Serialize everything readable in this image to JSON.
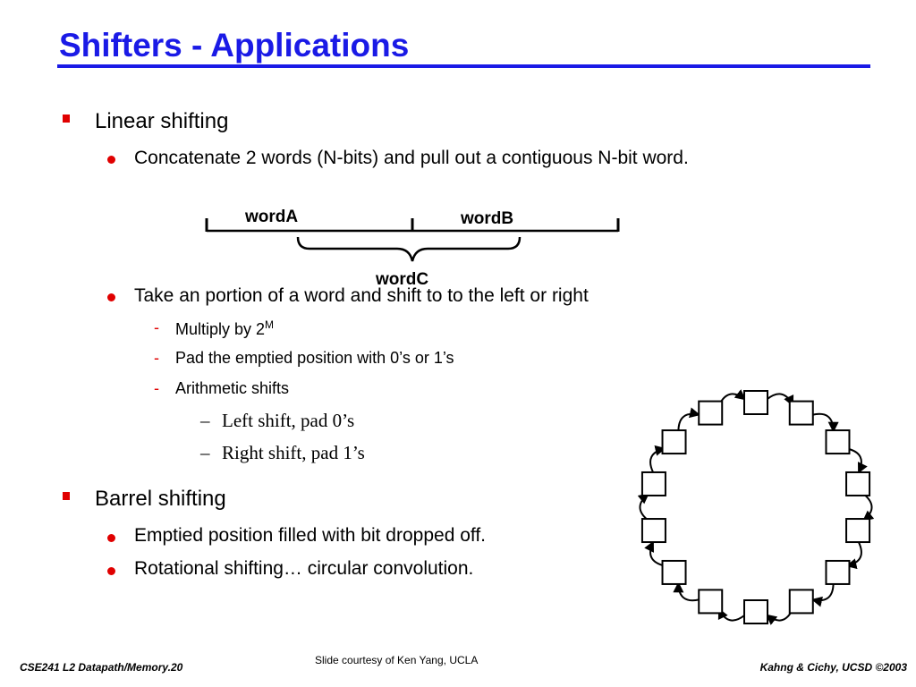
{
  "title": "Shifters - Applications",
  "bullets": {
    "linear": {
      "label": "Linear shifting",
      "concat": "Concatenate 2 words (N-bits) and pull out a contiguous N-bit word.",
      "portion": "Take an portion of a word and shift to to the left or right",
      "multiply_prefix": "Multiply by 2",
      "multiply_exp": "M",
      "pad": "Pad the emptied position with 0’s or 1’s",
      "arith": "Arithmetic shifts",
      "left": "Left shift, pad 0’s",
      "right": "Right shift, pad 1’s",
      "dash": "-",
      "endash": "–"
    },
    "barrel": {
      "label": "Barrel shifting",
      "emptied": "Emptied position filled with bit dropped off.",
      "rotational": "Rotational shifting… circular convolution."
    }
  },
  "diagram": {
    "word_a": "wordA",
    "word_b": "wordB",
    "word_c": "wordC"
  },
  "footer": {
    "left": "CSE241  L2 Datapath/Memory.20",
    "center": "Slide courtesy of Ken Yang, UCLA",
    "right": "Kahng & Cichy, UCSD ©2003"
  },
  "ring": {
    "cell_count": 14
  },
  "colors": {
    "title": "#1a1ae6",
    "bullet": "#e00000"
  }
}
